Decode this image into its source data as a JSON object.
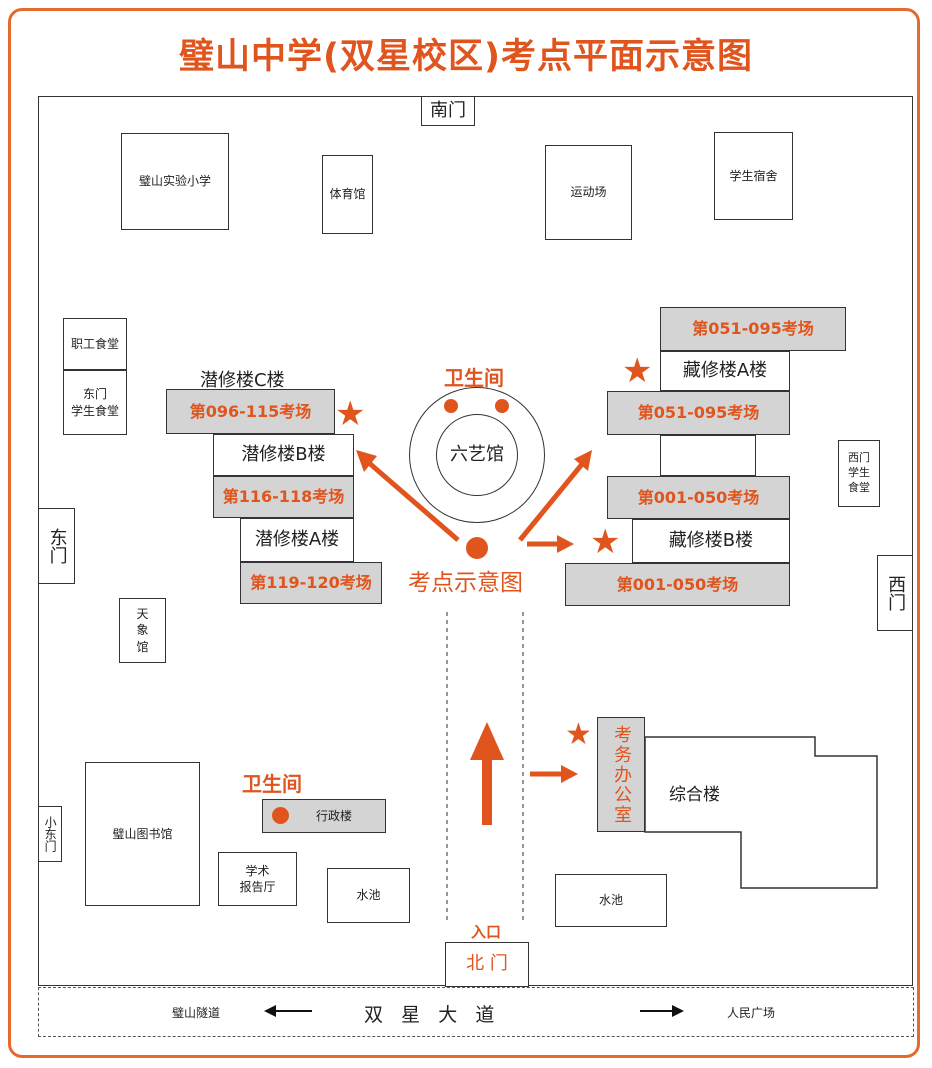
{
  "title": "璧山中学(双星校区)考点平面示意图",
  "gates": {
    "south": "南门",
    "east": "东门",
    "west": "西门",
    "small_east": "小东门",
    "north": "北 门",
    "entrance": "入口"
  },
  "buildings": {
    "primary_school": "璧山实验小学",
    "gym": "体育馆",
    "sports_field": "运动场",
    "dorm": "学生宿舍",
    "staff_canteen": "职工食堂",
    "east_canteen": "东门\n学生食堂",
    "west_canteen": "西门\n学生\n食堂",
    "planetarium": "天\n象\n馆",
    "library": "璧山图书馆",
    "lecture_hall": "学术\n报告厅",
    "pond_left": "水池",
    "pond_right": "水池",
    "admin": "行政楼",
    "complex": "综合楼",
    "exam_office": "考务办公室",
    "liuyi_hall": "六艺馆"
  },
  "qianxiu": {
    "c_label": "潜修楼C楼",
    "c_rooms": "第096-115考场",
    "b_label": "潜修楼B楼",
    "b_rooms": "第116-118考场",
    "a_label": "潜修楼A楼",
    "a_rooms": "第119-120考场"
  },
  "cangxiu": {
    "a_top_rooms": "第051-095考场",
    "a_label": "藏修楼A楼",
    "a_bottom_rooms": "第051-095考场",
    "b_top_rooms": "第001-050考场",
    "b_label": "藏修楼B楼",
    "b_bottom_rooms": "第001-050考场"
  },
  "labels": {
    "restroom_top": "卫生间",
    "restroom_bottom": "卫生间",
    "center": "考点示意图"
  },
  "road": {
    "left": "璧山隧道",
    "name": "双   星   大   道",
    "right": "人民广场"
  },
  "colors": {
    "accent": "#e0541d",
    "frame": "#e46a2e",
    "gray_fill": "#d4d4d4"
  }
}
